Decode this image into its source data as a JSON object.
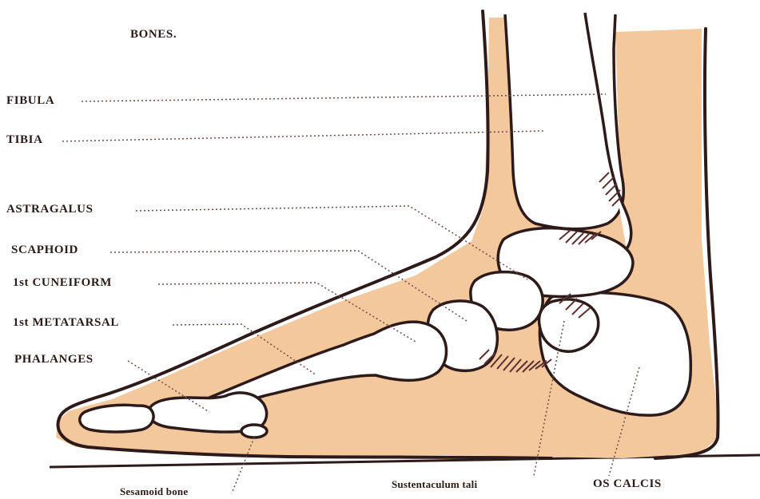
{
  "title": "BONES.",
  "colors": {
    "flesh": "#f3c89c",
    "outline": "#2d1a1a",
    "bone_fill": "#ffffff",
    "cartilage_hatch": "#5a2f2f",
    "leader": "#6e4a4a"
  },
  "labels": {
    "fibula": "FIBULA",
    "tibia": "TIBIA",
    "astragalus": "ASTRAGALUS",
    "scaphoid": "SCAPHOID",
    "cuneiform": "1st CUNEIFORM",
    "metatarsal": "1st METATARSAL",
    "phalanges": "PHALANGES",
    "sesamoid": "Sesamoid bone",
    "sustentaculum": "Sustentaculum tali",
    "os_calcis": "OS CALCIS"
  }
}
